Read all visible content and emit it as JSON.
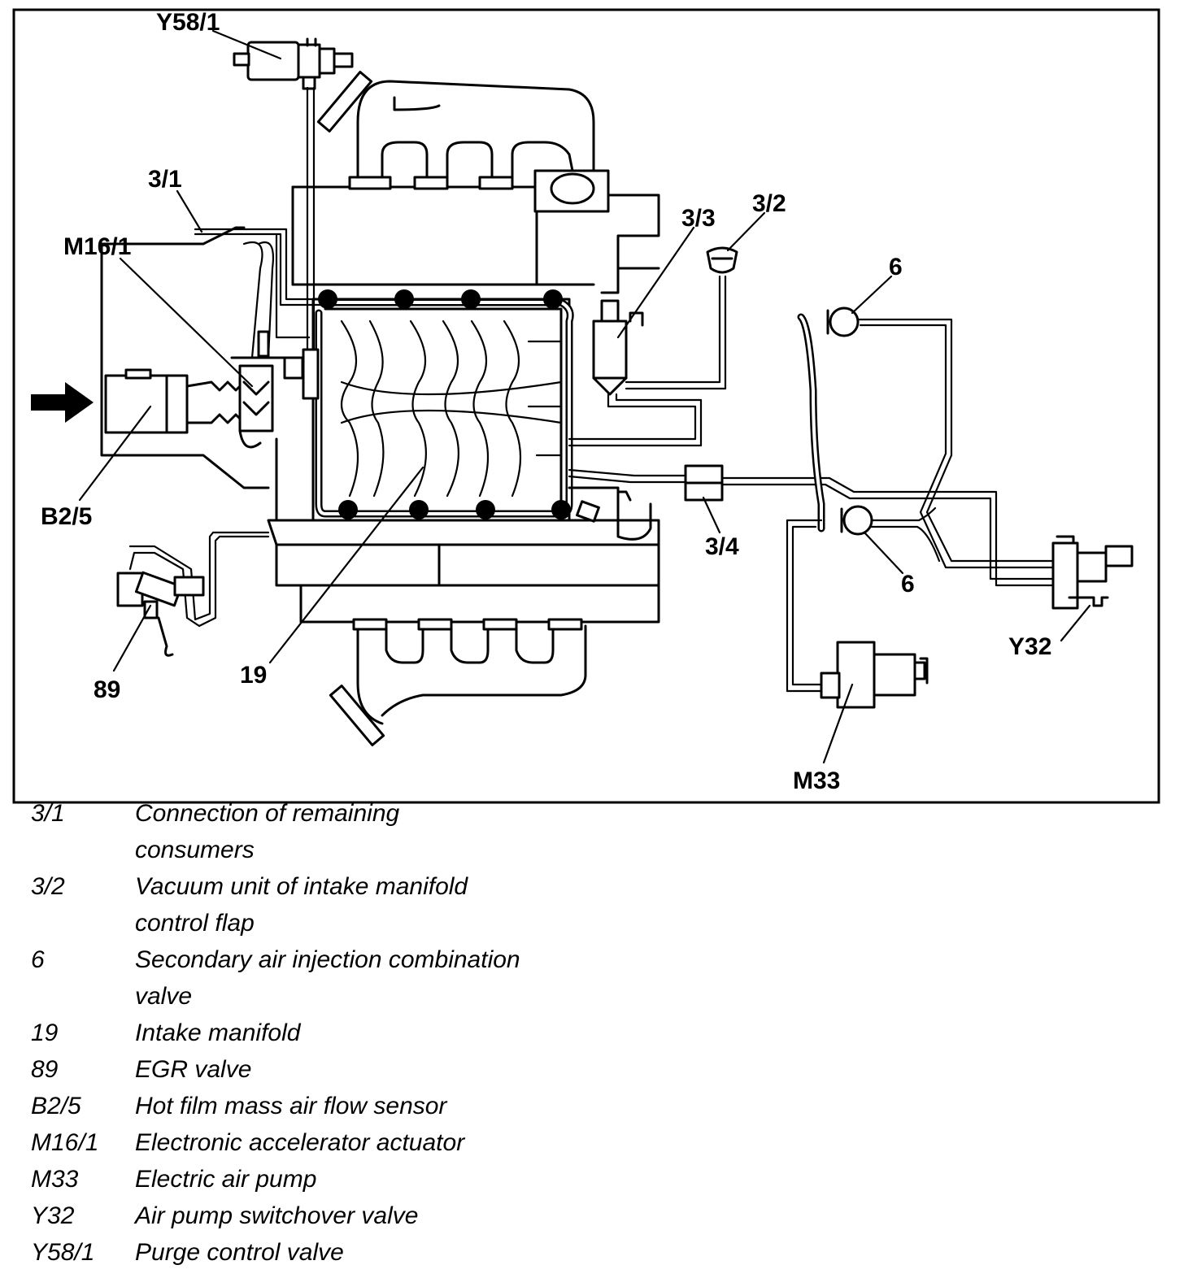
{
  "diagram": {
    "callouts": {
      "y58_1": "Y58/1",
      "c3_1": "3/1",
      "m16_1": "M16/1",
      "b2_5": "B2/5",
      "c89": "89",
      "c19": "19",
      "c3_3": "3/3",
      "c3_2": "3/2",
      "c6_top": "6",
      "c6_bottom": "6",
      "c3_4": "3/4",
      "y32": "Y32",
      "m33": "M33"
    }
  },
  "legend": [
    {
      "code": "3/1",
      "desc": "Connection of remaining consumers"
    },
    {
      "code": "3/2",
      "desc": "Vacuum unit of intake manifold control flap"
    },
    {
      "code": "6",
      "desc": "Secondary air injection combination valve"
    },
    {
      "code": "19",
      "desc": "Intake manifold"
    },
    {
      "code": "89",
      "desc": "EGR valve"
    },
    {
      "code": "B2/5",
      "desc": "Hot film mass air flow sensor"
    },
    {
      "code": "M16/1",
      "desc": "Electronic accelerator actuator"
    },
    {
      "code": "M33",
      "desc": "Electric air pump"
    },
    {
      "code": "Y32",
      "desc": "Air pump switchover valve"
    },
    {
      "code": "Y58/1",
      "desc": "Purge control valve"
    }
  ]
}
